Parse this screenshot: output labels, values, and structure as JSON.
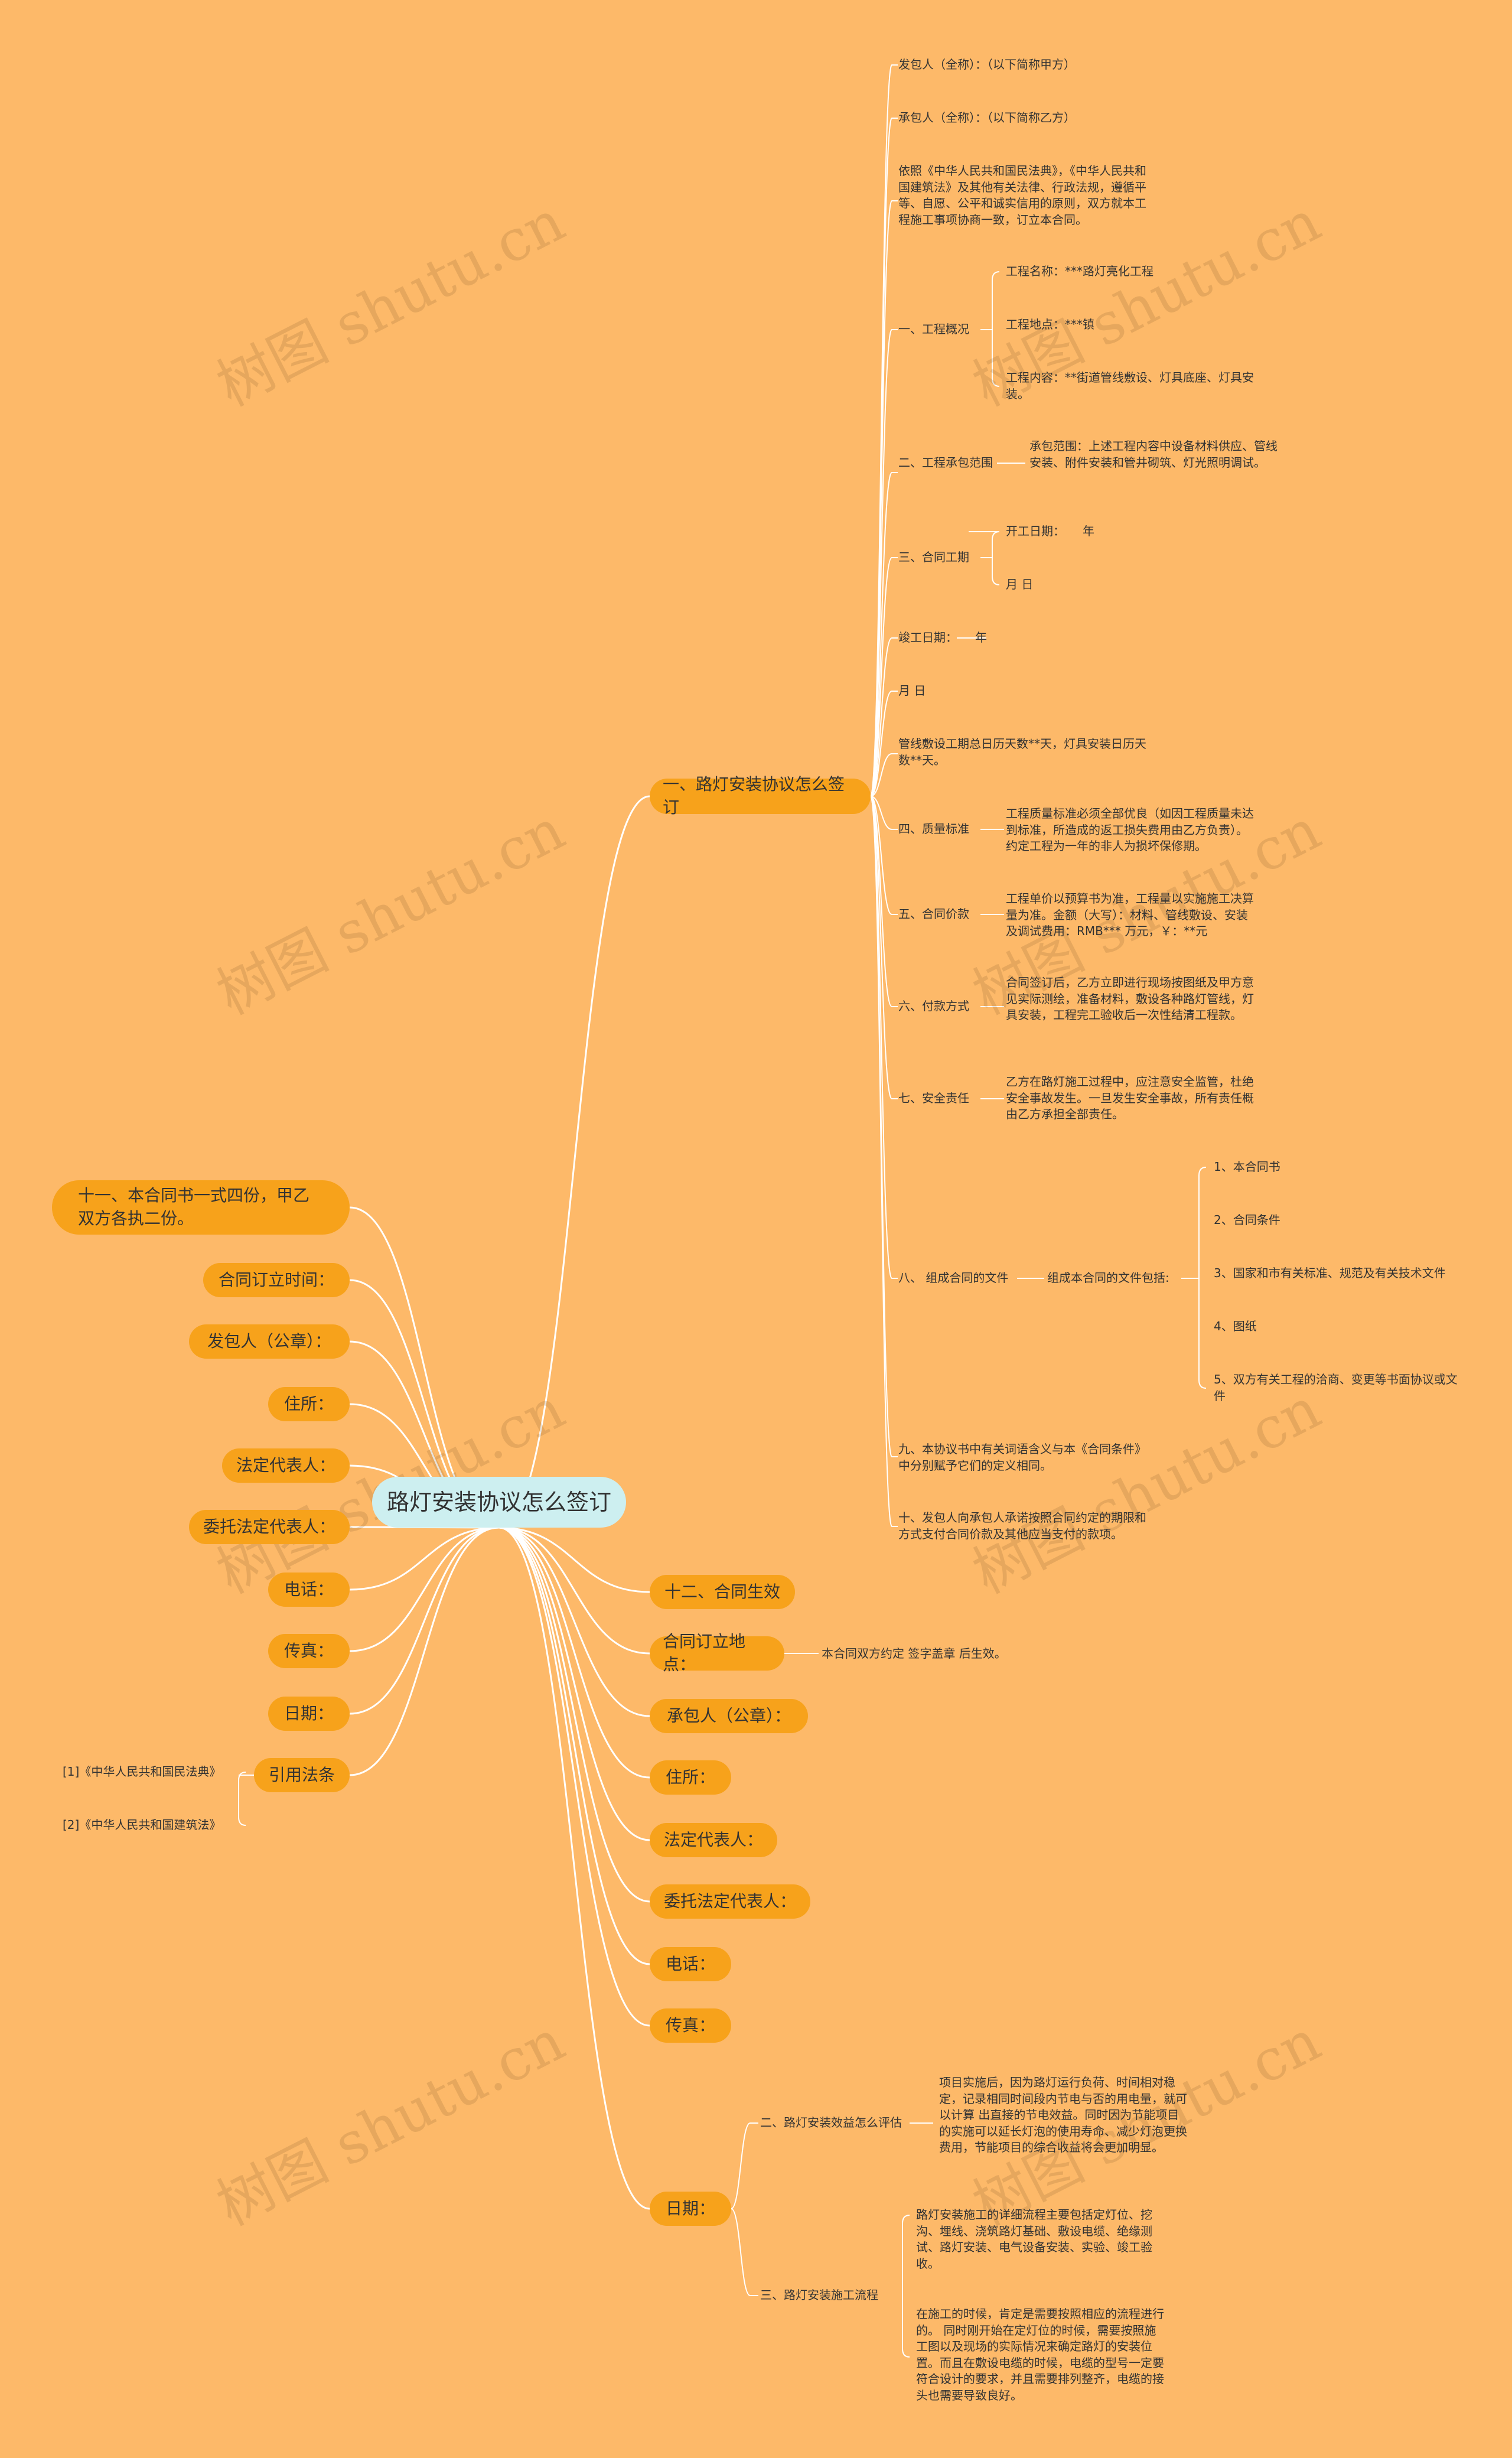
{
  "watermark_text": "树图 shutu.cn",
  "colors": {
    "background": "#FDB969",
    "pill": "#F7A21B",
    "center": "#CDEFF0",
    "line": "#FFFFFF"
  },
  "center": {
    "label": "路灯安装协议怎么签订"
  },
  "right": {
    "section1": {
      "label": "一、路灯安装协议怎么签订",
      "items": {
        "party_a": "发包人（全称）：（以下简称甲方）",
        "party_b": "承包人（全称）：（以下简称乙方）",
        "basis": "依照《中华人民共和国民法典》，《中华人民共和国建筑法》及其他有关法律、行政法规，遵循平等、自愿、公平和诚实信用的原则，双方就本工程施工事项协商一致，订立本合同。",
        "overview": {
          "label": "一、工程概况",
          "children": [
            "工程名称：***路灯亮化工程",
            "工程地点：***镇",
            "工程内容：**街道管线敷设、灯具底座、灯具安装。"
          ]
        },
        "scope": {
          "label": "二、工程承包范围",
          "child": "承包范围：上述工程内容中设备材料供应、管线安装、附件安装和管井砌筑、灯光照明调试。"
        },
        "period": {
          "label": "三、合同工期",
          "children": [
            "开工日期：　　年",
            "月 日"
          ]
        },
        "finish_date": "竣工日期：　　年",
        "finish_md": "月 日",
        "total_days": "管线敷设工期总日历天数**天，灯具安装日历天数**天。",
        "quality": {
          "label": "四、质量标准",
          "child": "工程质量标准必须全部优良（如因工程质量未达到标准，所造成的返工损失费用由乙方负责）。约定工程为一年的非人为损坏保修期。"
        },
        "price": {
          "label": "五、合同价款",
          "child": "工程单价以预算书为准，工程量以实施施工决算量为准。金额（大写）：材料、管线敷设、安装及调试费用：RMB*** 万元，￥：**元"
        },
        "payment": {
          "label": "六、付款方式",
          "child": "合同签订后，乙方立即进行现场按图纸及甲方意见实际测绘，准备材料，敷设各种路灯管线，灯具安装，工程完工验收后一次性结清工程款。"
        },
        "safety": {
          "label": "七、安全责任",
          "child": "乙方在路灯施工过程中，应注意安全监管，杜绝安全事故发生。一旦发生安全事故，所有责任概由乙方承担全部责任。"
        },
        "documents": {
          "label": "八、 组成合同的文件",
          "mid": "组成本合同的文件包括:",
          "children": [
            "1、本合同书",
            "2、合同条件",
            "3、国家和市有关标准、规范及有关技术文件",
            "4、图纸",
            "5、双方有关工程的洽商、变更等书面协议或文件"
          ]
        },
        "nine": "九、本协议书中有关词语含义与本《合同条件》中分别赋予它们的定义相同。",
        "ten": "十、发包人向承包人承诺按照合同约定的期限和方式支付合同价款及其他应当支付的款项。"
      }
    },
    "twelve": "十二、合同生效",
    "sign_place": {
      "label": "合同订立地点：",
      "child": "本合同双方约定 签字盖章 后生效。"
    },
    "contractor_seal": "承包人（公章）：",
    "address": "住所：",
    "legal_rep": "法定代表人：",
    "agent": "委托法定代表人：",
    "phone": "电话：",
    "fax": "传真：",
    "date": {
      "label": "日期：",
      "benefit": {
        "label": "二、路灯安装效益怎么评估",
        "child": "项目实施后，因为路灯运行负荷、时间相对稳定，记录相同时间段内节电与否的用电量，就可以计算 出直接的节电效益。同时因为节能项目的实施可以延长灯泡的使用寿命、减少灯泡更换费用，节能项目的综合收益将会更加明显。"
      },
      "process": {
        "label": "三、路灯安装施工流程",
        "children": [
          "路灯安装施工的详细流程主要包括定灯位、挖沟、埋线、浇筑路灯基础、敷设电缆、绝缘测试、路灯安装、电气设备安装、实验、竣工验收。",
          "在施工的时候，肯定是需要按照相应的流程进行的。 同时刚开始在定灯位的时候，需要按照施工图以及现场的实际情况来确定路灯的安装位置。而且在敷设电缆的时候，电缆的型号一定要符合设计的要求，并且需要排列整齐，电缆的接头也需要导致良好。"
        ]
      }
    }
  },
  "left": {
    "eleven": "十一、本合同书一式四份，甲乙双方各执二份。",
    "sign_time": "合同订立时间：",
    "employer_seal": "发包人（公章）：",
    "address": "住所：",
    "legal_rep": "法定代表人：",
    "agent": "委托法定代表人：",
    "phone": "电话：",
    "fax": "传真：",
    "date": "日期：",
    "laws": {
      "label": "引用法条",
      "children": [
        "[1]《中华人民共和国民法典》",
        "[2]《中华人民共和国建筑法》"
      ]
    }
  }
}
